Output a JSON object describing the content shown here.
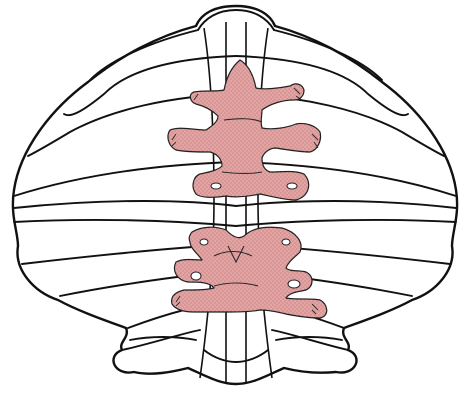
{
  "figure": {
    "kind": "schematic cerebellum with shaded somatotopic body map",
    "colors": {
      "background": "#ffffff",
      "outline": "#111111",
      "body_map_fill": "#e3a4a4",
      "body_map_stipple": "#b25f5f"
    },
    "regions": [
      {
        "id": "upper-body-map",
        "shape": "spine with head, forelimbs and hindlimbs"
      },
      {
        "id": "lower-body-map",
        "shape": "paired figure with head, limbs and tail"
      }
    ]
  }
}
